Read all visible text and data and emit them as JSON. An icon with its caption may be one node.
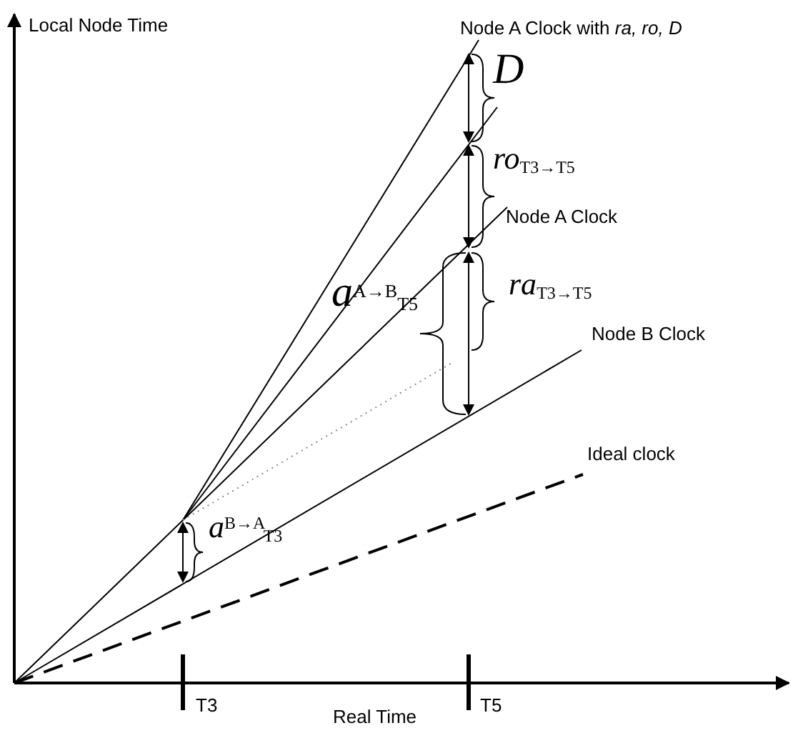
{
  "diagram": {
    "labels": [
      "Local Node Time",
      "Node A Clock with *ra, ro, D*",
      "D",
      "*ro*$_{T3→T5}$",
      "Node A Clock",
      "*a*$^{A→B}$$_{T5}$",
      "*ra*$_{T3→T5}$",
      "Node B Clock",
      "Ideal clock",
      "*a*$^{B→A}$$_{T3}$",
      "T3",
      "Real Time",
      "T5"
    ]
  }
}
